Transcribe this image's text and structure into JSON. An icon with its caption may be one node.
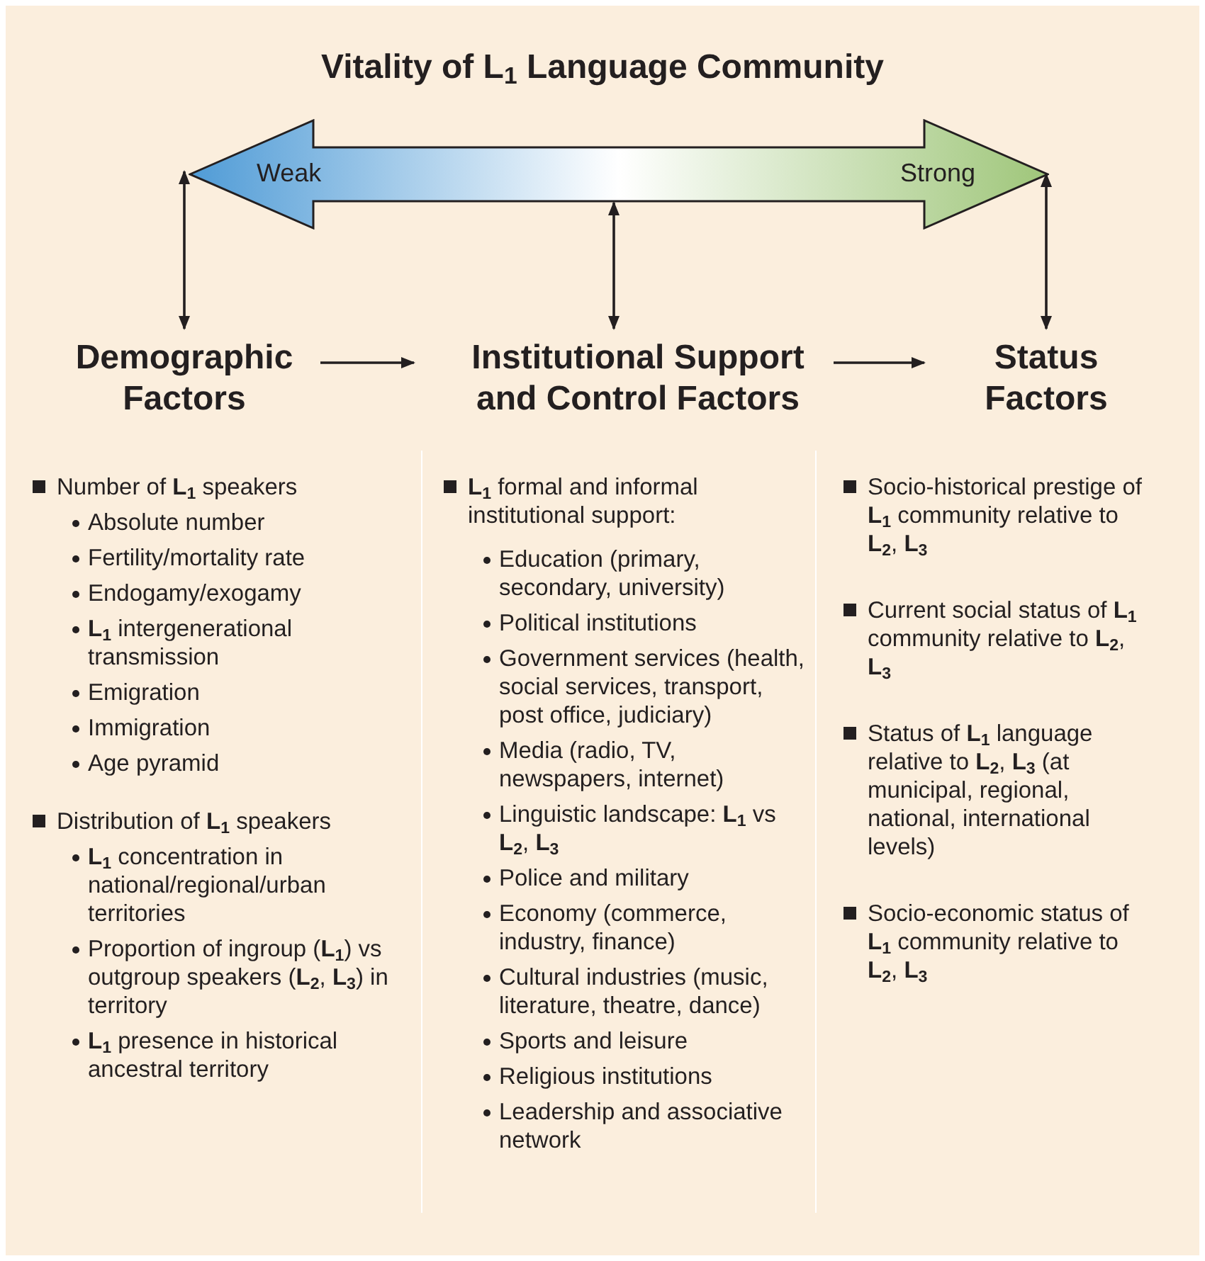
{
  "diagram": {
    "title": "Vitality of L$_{1}$ Language Community",
    "nodes": [
      {
        "text": [
          "Weak",
          "Strong"
        ]
      },
      {
        "text": [
          "Demographic Factors"
        ]
      },
      {
        "text": [
          "Institutional Support and Control Factors"
        ]
      },
      {
        "text": [
          "Status Factors"
        ]
      }
    ],
    "edges": [
      {
        "from": 0,
        "to": 1,
        "arrow": "both"
      },
      {
        "from": 0,
        "to": 2,
        "arrow": "both"
      },
      {
        "from": 0,
        "to": 3,
        "arrow": "both"
      },
      {
        "from": 1,
        "to": 2,
        "arrow": "to"
      },
      {
        "from": 2,
        "to": 3,
        "arrow": "to"
      }
    ],
    "labels": [
      "Number of **L**$_{1}$ speakers",
      "Absolute number",
      "Fertility/mortality rate",
      "Endogamy/exogamy",
      "**L**$_{1}$ intergenerational transmission",
      "Emigration",
      "Immigration",
      "Age pyramid",
      "Distribution of **L**$_{1}$ speakers",
      "**L**$_{1}$ concentration in national/regional/urban territories",
      "Proportion of ingroup (**L**$_{1}$) vs outgroup speakers (**L**$_{2}$, **L**$_{3}$) in territory",
      "**L**$_{1}$ presence in historical ancestral territory",
      "**L**$_{1}$ formal and informal institutional support:",
      "Education (primary, secondary, university)",
      "Political institutions",
      "Government services (health, social services, transport, post office, judiciary)",
      "Media (radio, TV, newspapers, internet)",
      "Linguistic landscape: **L**$_{1}$ vs **L**$_{2}$, **L**$_{3}$",
      "Police and military",
      "Economy (commerce, industry, finance)",
      "Cultural industries (music, literature, theatre, dance)",
      "Sports and leisure",
      "Religious institutions",
      "Leadership and associative network",
      "Socio-historical prestige of **L**$_{1}$ community relative to **L**$_{2}$, **L**$_{3}$",
      "Current social status of **L**$_{1}$ community relative to **L**$_{2}$, **L**$_{3}$",
      "Status of **L**$_{1}$ language relative to **L**$_{2}$, **L**$_{3}$ (at municipal, regional, national, international levels)",
      "Socio-economic status of **L**$_{1}$ community relative to **L**$_{2}$, **L**$_{3}$"
    ]
  }
}
